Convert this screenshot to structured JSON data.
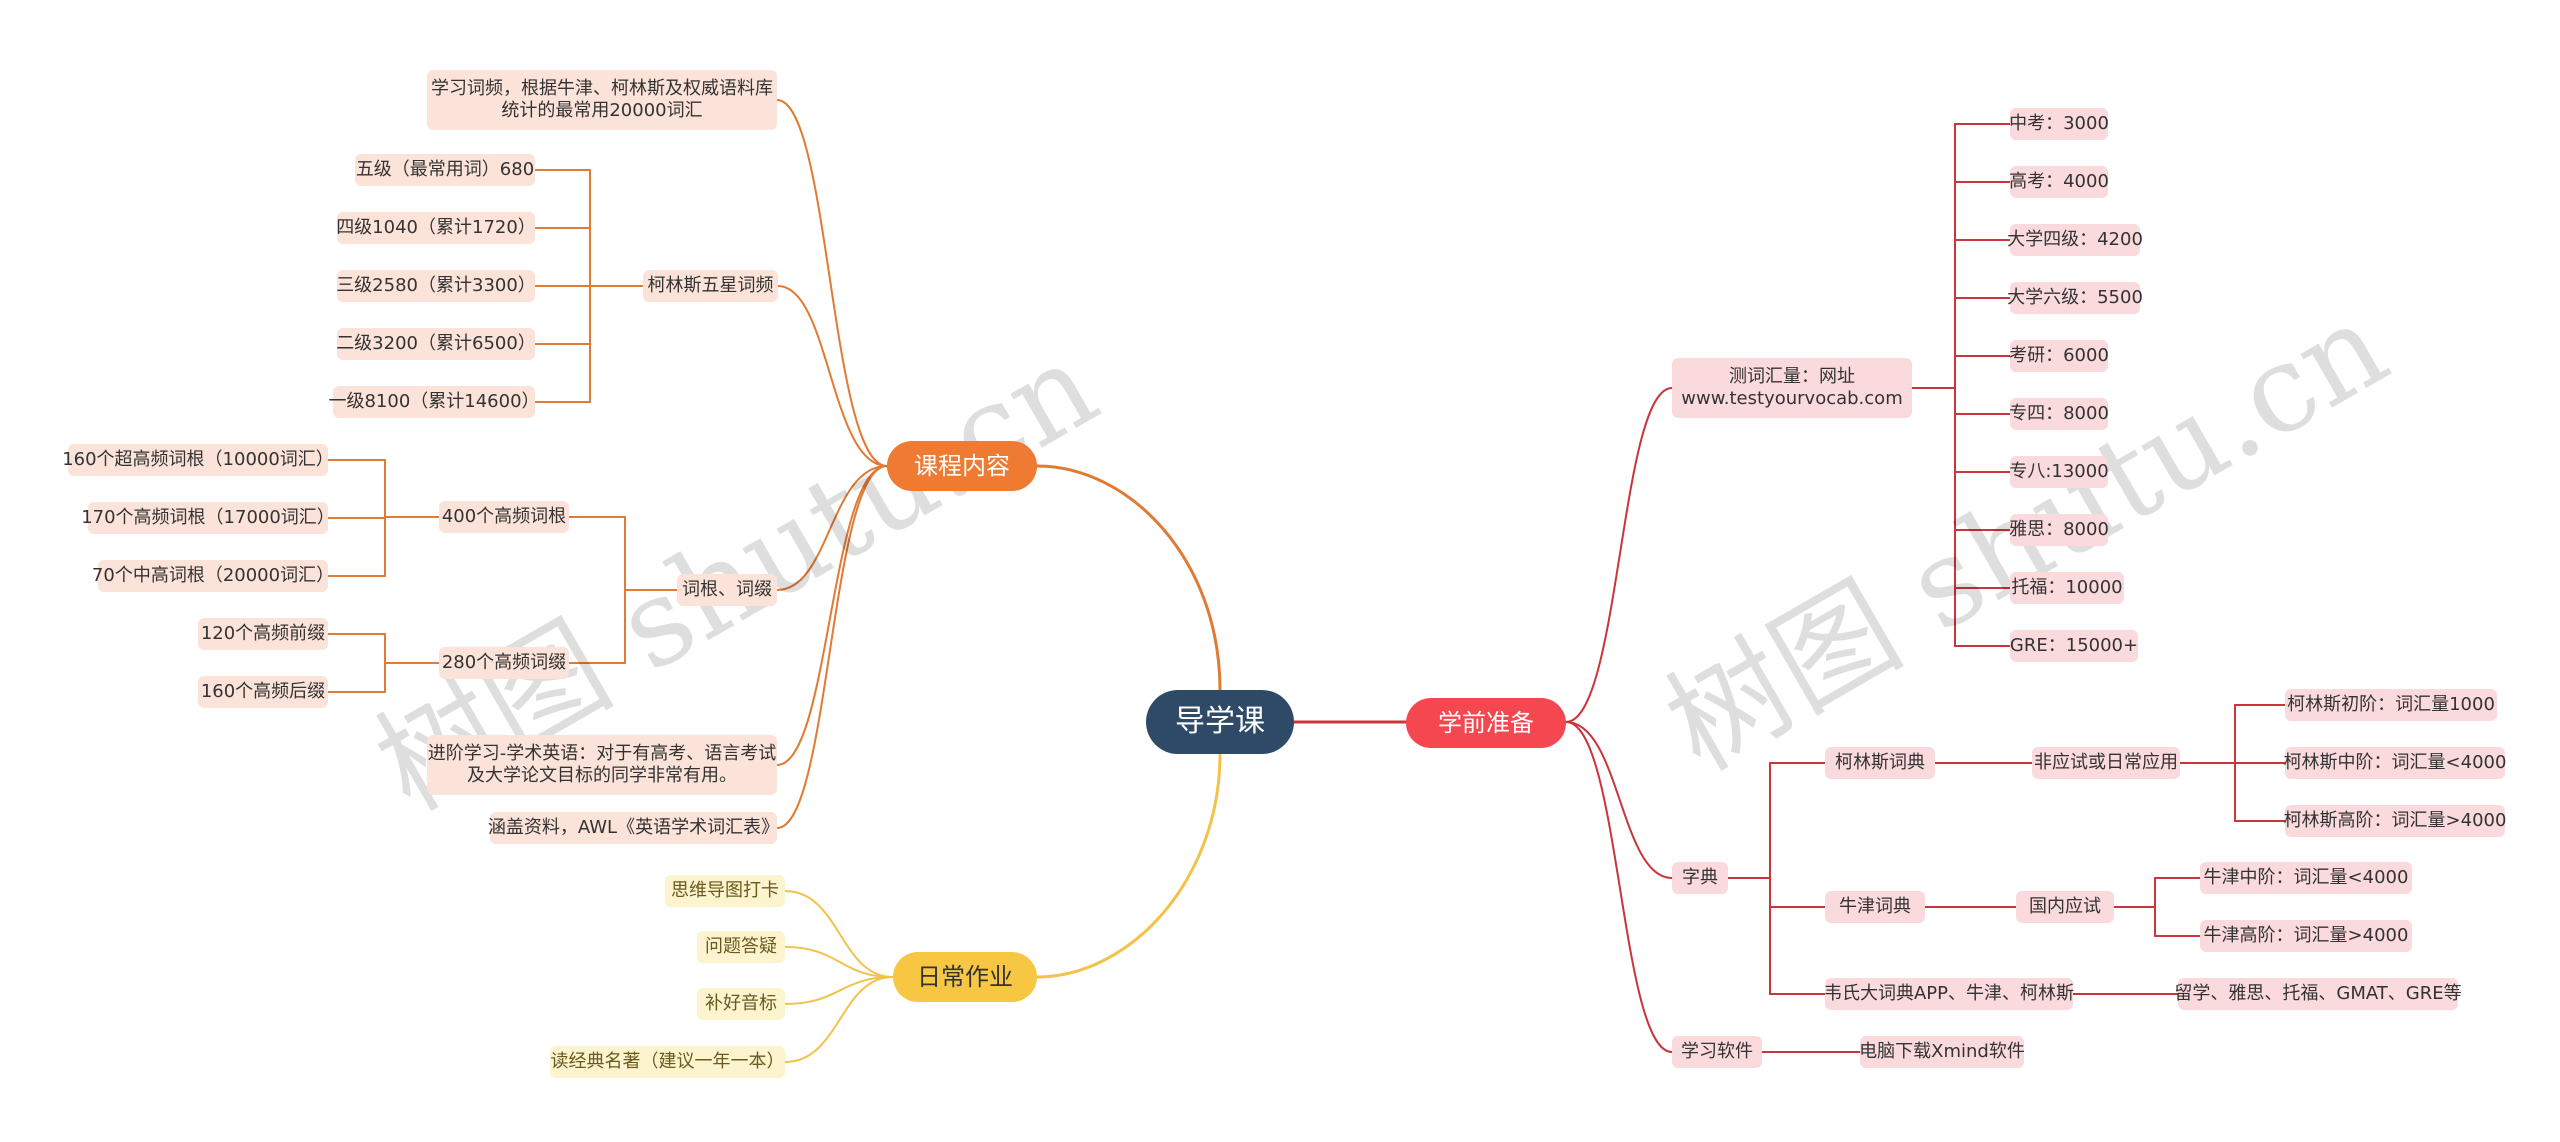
{
  "center": "导学课",
  "branches": {
    "kecheng": {
      "label": "课程内容",
      "items": {
        "cipin": "学习词频，根据牛津、柯林斯及权威语料库统计的最常用20000词汇",
        "collins": {
          "label": "柯林斯五星词频",
          "children": [
            "五级（最常用词）680",
            "四级1040（累计1720）",
            "三级2580（累计3300）",
            "二级3200（累计6500）",
            "一级8100（累计14600）"
          ]
        },
        "cigen": {
          "label": "词根、词缀",
          "roots": {
            "label": "400个高频词根",
            "children": [
              "160个超高频词根（10000词汇）",
              "170个高频词根（17000词汇）",
              "70个中高词根（20000词汇）"
            ]
          },
          "affixes": {
            "label": "280个高频词缀",
            "children": [
              "120个高频前缀",
              "160个高频后缀"
            ]
          }
        },
        "jinjie": "进阶学习-学术英语：对于有高考、语言考试及大学论文目标的同学非常有用。",
        "awl": "涵盖资料，AWL《英语学术词汇表》"
      }
    },
    "zuoye": {
      "label": "日常作业",
      "children": [
        "思维导图打卡",
        "问题答疑",
        "补好音标",
        "读经典名著（建议一年一本）"
      ]
    },
    "xueqian": {
      "label": "学前准备",
      "ceci": {
        "label": "测词汇量：网址www.testyourvocab.com",
        "children": [
          "中考：3000",
          "高考：4000",
          "大学四级：4200",
          "大学六级：5500",
          "考研：6000",
          "专四：8000",
          "专八:13000",
          "雅思：8000",
          "托福：10000",
          "GRE：15000+"
        ]
      },
      "zidian": {
        "label": "字典",
        "collins": {
          "label": "柯林斯词典",
          "use": "非应试或日常应用",
          "children": [
            "柯林斯初阶：词汇量1000",
            "柯林斯中阶：词汇量<4000",
            "柯林斯高阶：词汇量>4000"
          ]
        },
        "oxford": {
          "label": "牛津词典",
          "use": "国内应试",
          "children": [
            "牛津中阶：词汇量<4000",
            "牛津高阶：词汇量>4000"
          ]
        },
        "webster": {
          "label": "韦氏大词典APP、牛津、柯林斯",
          "use": "留学、雅思、托福、GMAT、GRE等"
        }
      },
      "ruanjian": {
        "label": "学习软件",
        "child": "电脑下载Xmind软件"
      }
    }
  },
  "watermark": "树图 shutu.cn",
  "colors": {
    "orange": "#e07a34",
    "yellow": "#f2c24a",
    "red": "#c9353d",
    "center": "#2f4a66"
  }
}
